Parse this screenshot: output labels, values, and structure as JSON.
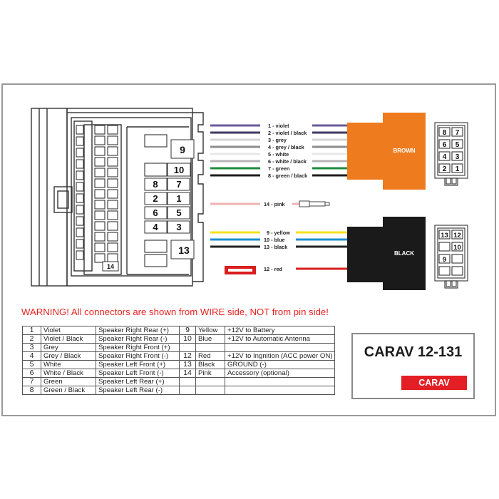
{
  "wire_labels": {
    "w1": "1 - violet",
    "w2": "2 - violet / black",
    "w3": "3 - grey",
    "w4": "4 - grey / black",
    "w5": "5 - white",
    "w6": "6 - white / black",
    "w7": "7 - green",
    "w8": "8 - green / black",
    "w14": "14 - pink",
    "w9": "9 - yellow",
    "w10": "10 - blue",
    "w13": "13 - black",
    "w12": "12 - red"
  },
  "wire_colors": {
    "violet": "#6a5a9e",
    "violet_black": "#3f3a63",
    "grey": "#d0d0d0",
    "grey_black": "#8c8c8c",
    "white": "#ececec",
    "white_black": "#b5b5b5",
    "green": "#1e8a3c",
    "green_black": "#1c1c1c",
    "pink": "#f0b3b3",
    "yellow": "#f5e11c",
    "blue": "#1c8fd0",
    "black": "#222222",
    "red": "#d91e1e"
  },
  "brown_connector": {
    "label": "BROWN",
    "color": "#ee7b1e",
    "pins": [
      "8",
      "7",
      "6",
      "5",
      "4",
      "3",
      "2",
      "1"
    ]
  },
  "black_connector": {
    "label": "BLACK",
    "color": "#1a1a1a",
    "pins": [
      "13",
      "12",
      "10",
      "9"
    ]
  },
  "hu_connector": {
    "pins": [
      "9",
      "10",
      "8",
      "7",
      "2",
      "1",
      "6",
      "5",
      "4",
      "3",
      "13",
      "14"
    ]
  },
  "warning": "WARNING! All connectors are shown from WIRE side, NOT from pin side!",
  "table": {
    "rows": [
      {
        "n1": "1",
        "c1": "Violet",
        "d1": "Speaker Right Rear (+)",
        "n2": "9",
        "c2": "Yellow",
        "d2": "+12V to Battery"
      },
      {
        "n1": "2",
        "c1": "Violet / Black",
        "d1": "Speaker Right Rear (-)",
        "n2": "10",
        "c2": "Blue",
        "d2": "+12V to Automatic Antenna"
      },
      {
        "n1": "3",
        "c1": "Grey",
        "d1": "Speaker Right Front (+)",
        "n2": "",
        "c2": "",
        "d2": ""
      },
      {
        "n1": "4",
        "c1": "Grey / Black",
        "d1": "Speaker Right Front (-)",
        "n2": "12",
        "c2": "Red",
        "d2": "+12V to Ingnition (ACC power ON)"
      },
      {
        "n1": "5",
        "c1": "White",
        "d1": "Speaker Left Front (+)",
        "n2": "13",
        "c2": "Black",
        "d2": "GROUND (-)"
      },
      {
        "n1": "6",
        "c1": "White / Black",
        "d1": "Speaker Left Front (-)",
        "n2": "14",
        "c2": "Pink",
        "d2": "Accessory (optional)"
      },
      {
        "n1": "7",
        "c1": "Green",
        "d1": "Speaker Left Rear (+)",
        "n2": "",
        "c2": "",
        "d2": ""
      },
      {
        "n1": "8",
        "c1": "Green / Black",
        "d1": "Speaker Left Rear (-)",
        "n2": "",
        "c2": "",
        "d2": ""
      }
    ]
  },
  "model": {
    "title": "CARAV 12-131",
    "logo": "CARAV"
  }
}
